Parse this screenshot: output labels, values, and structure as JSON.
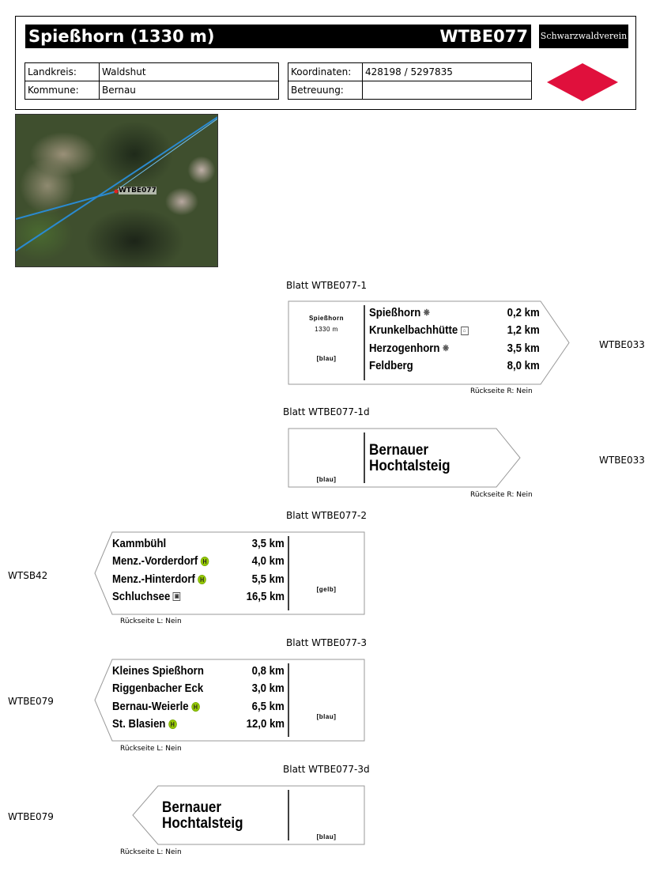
{
  "header": {
    "title": "Spießhorn (1330 m)",
    "code": "WTBE077",
    "org": "Schwarzwaldverein",
    "landkreis_label": "Landkreis:",
    "landkreis": "Waldshut",
    "kommune_label": "Kommune:",
    "kommune": "Bernau",
    "koordinaten_label": "Koordinaten:",
    "koordinaten": "428198 / 5297835",
    "betreuung_label": "Betreuung:",
    "betreuung": "",
    "accent": "#e0103c"
  },
  "map": {
    "marker_label": "WTBE077"
  },
  "signs": [
    {
      "blatt": "Blatt WTBE077-1",
      "dir": "right",
      "dest": "WTBE033",
      "back": "Rückseite R: Nein",
      "head_name": "Spießhorn",
      "head_alt": "1330 m",
      "color": "[blau]",
      "rows": [
        {
          "name": "Spießhorn",
          "icon": "sun",
          "dist": "0,2 km"
        },
        {
          "name": "Krunkelbachhütte",
          "icon": "hut",
          "dist": "1,2 km"
        },
        {
          "name": "Herzogenhorn",
          "icon": "sun",
          "dist": "3,5 km"
        },
        {
          "name": "Feldberg",
          "icon": "",
          "dist": "8,0 km"
        }
      ]
    },
    {
      "blatt": "Blatt WTBE077-1d",
      "dir": "right",
      "dest": "WTBE033",
      "back": "Rückseite R: Nein",
      "color": "[blau]",
      "big": [
        "Bernauer",
        "Hochtalsteig"
      ]
    },
    {
      "blatt": "Blatt WTBE077-2",
      "dir": "left",
      "dest": "WTSB42",
      "back": "Rückseite L: Nein",
      "color": "[gelb]",
      "rows": [
        {
          "name": "Kammbühl",
          "icon": "",
          "dist": "3,5 km"
        },
        {
          "name": "Menz.-Vorderdorf",
          "icon": "bus",
          "dist": "4,0 km"
        },
        {
          "name": "Menz.-Hinterdorf",
          "icon": "bus",
          "dist": "5,5 km"
        },
        {
          "name": "Schluchsee",
          "icon": "train",
          "dist": "16,5 km"
        }
      ]
    },
    {
      "blatt": "Blatt WTBE077-3",
      "dir": "left",
      "dest": "WTBE079",
      "back": "Rückseite L: Nein",
      "color": "[blau]",
      "rows": [
        {
          "name": "Kleines Spießhorn",
          "icon": "",
          "dist": "0,8 km"
        },
        {
          "name": "Riggenbacher Eck",
          "icon": "",
          "dist": "3,0 km"
        },
        {
          "name": "Bernau-Weierle",
          "icon": "bus",
          "dist": "6,5 km"
        },
        {
          "name": "St. Blasien",
          "icon": "bus",
          "dist": "12,0 km"
        }
      ]
    },
    {
      "blatt": "Blatt WTBE077-3d",
      "dir": "left",
      "dest": "WTBE079",
      "back": "Rückseite L: Nein",
      "color": "[blau]",
      "big": [
        "Bernauer",
        "Hochtalsteig"
      ]
    }
  ]
}
